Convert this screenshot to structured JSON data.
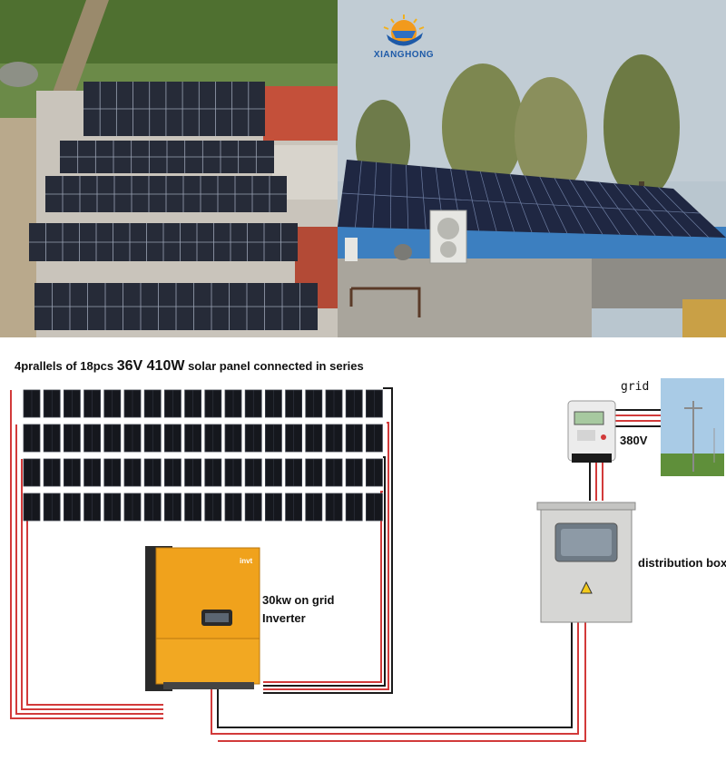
{
  "brand": {
    "name": "XIANGHONG",
    "logo": "sun-logo-icon"
  },
  "diagram": {
    "title_prefix": "4prallels of 18pcs ",
    "title_bold": "36V 410W",
    "title_suffix": " solar panel connected in series",
    "grid_label": "grid",
    "voltage_label": "380V",
    "distribution_label": "distribution box",
    "inverter_line1": "30kw on grid",
    "inverter_line2": "Inverter",
    "inverter_brand": "invt",
    "panel_rows": 4,
    "panels_per_row": 18
  },
  "colors": {
    "panel": "#15171d",
    "wire_red": "#d23a3a",
    "wire_black": "#1a1a1a",
    "inverter": "#f0a21c"
  }
}
